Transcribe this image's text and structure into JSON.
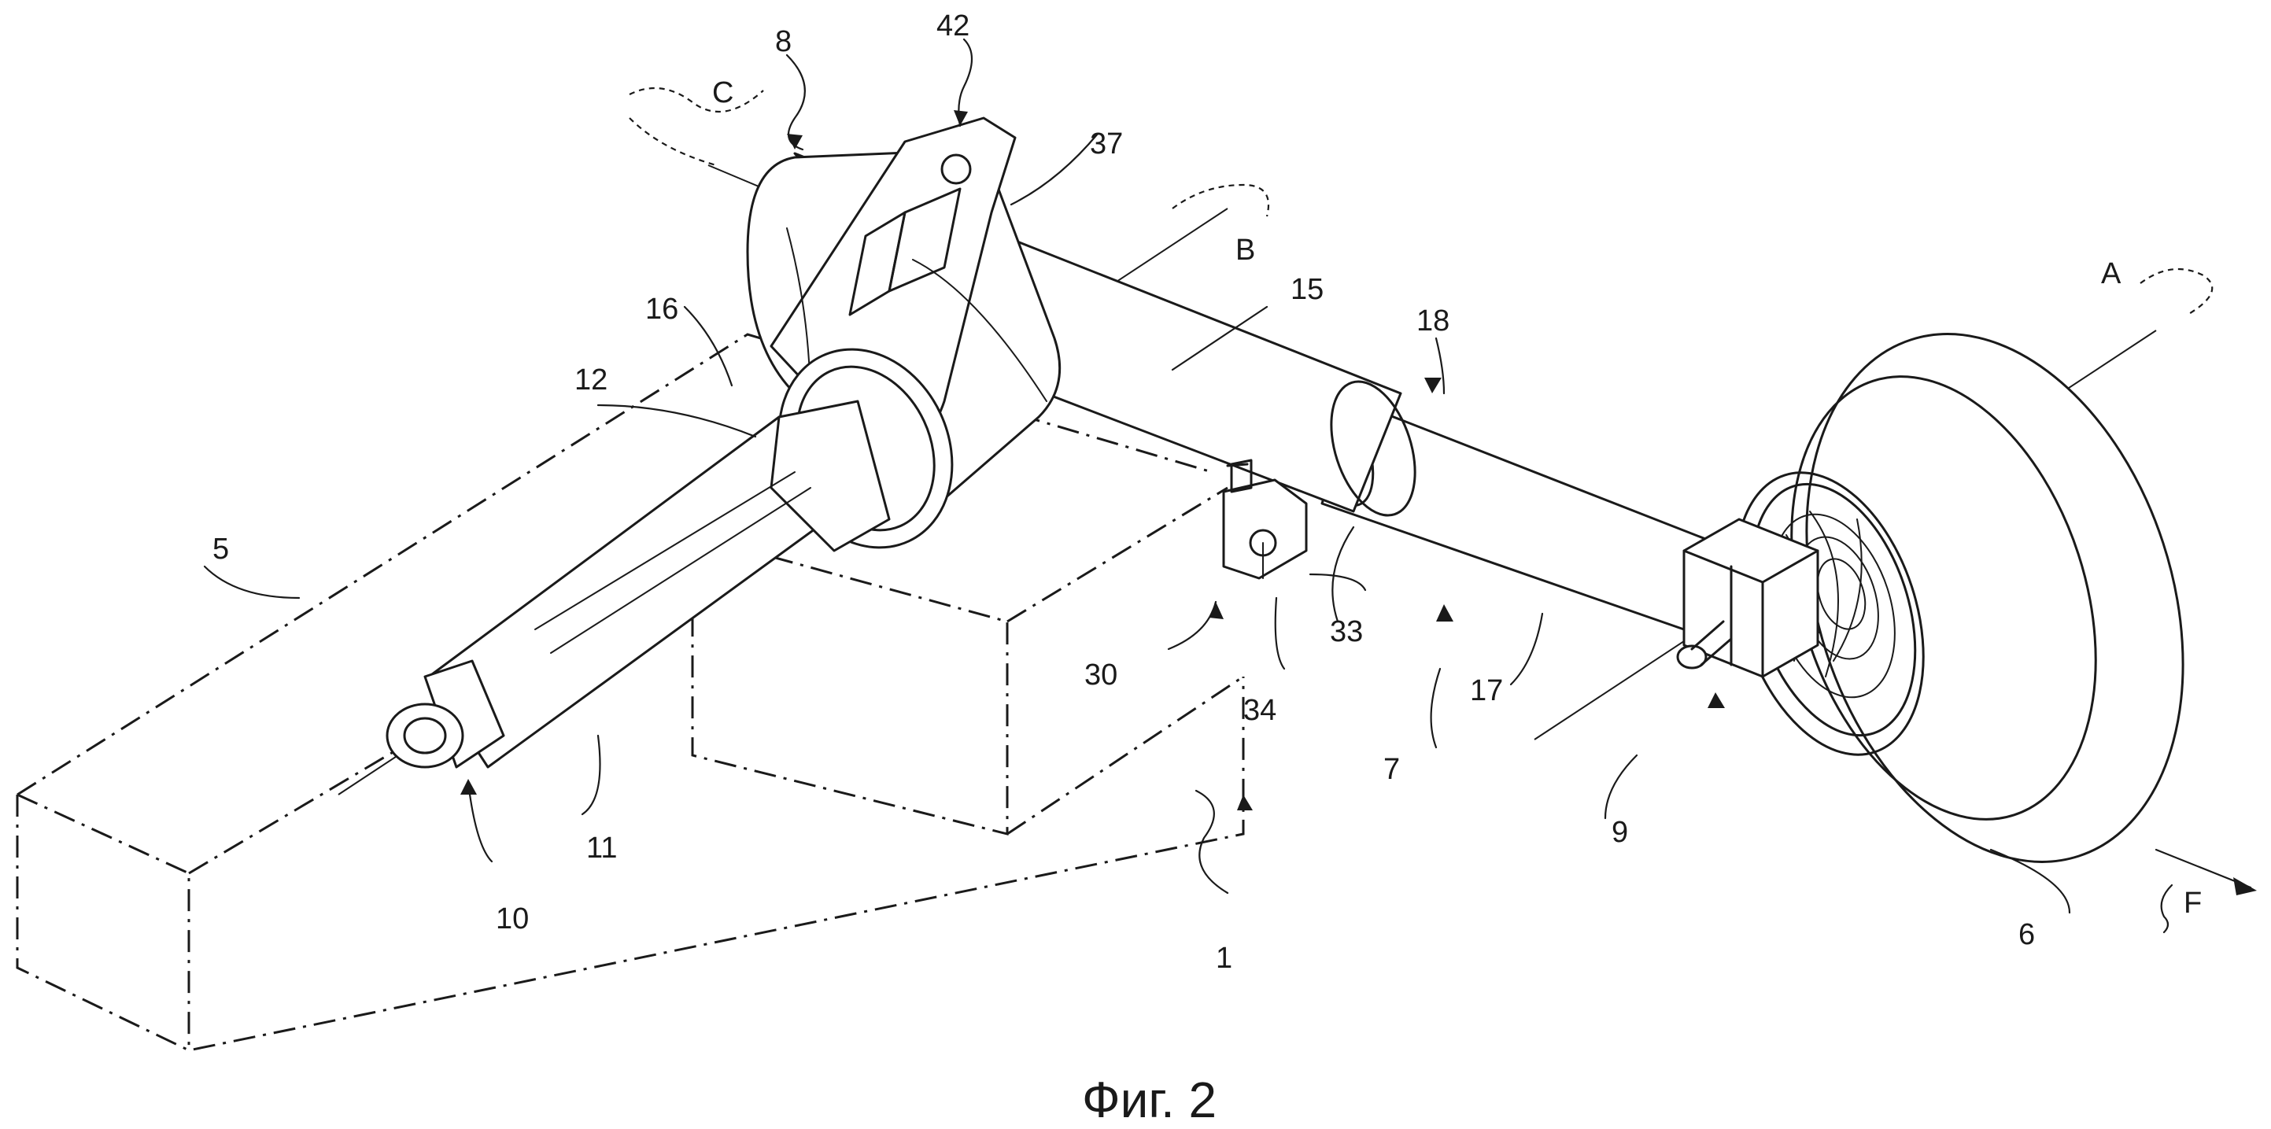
{
  "figure": {
    "caption": "Фиг. 2"
  },
  "labels": {
    "ref_1": "1",
    "ref_5": "5",
    "ref_6": "6",
    "ref_7": "7",
    "ref_8": "8",
    "ref_9": "9",
    "ref_10": "10",
    "ref_11": "11",
    "ref_12": "12",
    "ref_15": "15",
    "ref_16": "16",
    "ref_17": "17",
    "ref_18": "18",
    "ref_30": "30",
    "ref_33": "33",
    "ref_34": "34",
    "ref_37": "37",
    "ref_42": "42",
    "axis_A": "A",
    "axis_B": "B",
    "axis_C": "C",
    "dir_F": "F"
  }
}
